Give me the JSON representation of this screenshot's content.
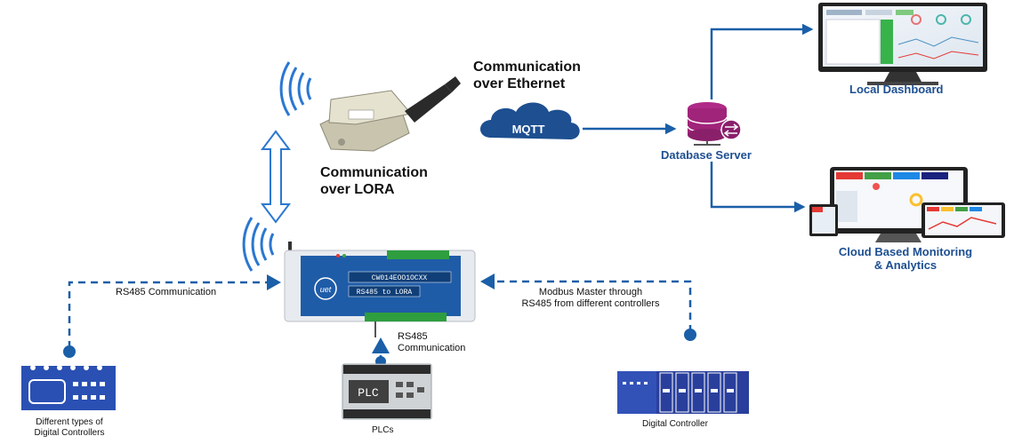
{
  "title_ethernet": [
    "Communication",
    "over Ethernet"
  ],
  "title_lora": [
    "Communication",
    "over LORA"
  ],
  "cloud_label": "MQTT",
  "database_label": "Database Server",
  "local_dashboard_label": "Local Dashboard",
  "cloud_monitoring_label": [
    "Cloud Based Monitoring",
    "& Analytics"
  ],
  "rs485_left_label": "RS485 Communication",
  "rs485_bottom_label": [
    "RS485",
    "Communication"
  ],
  "modbus_label": [
    "Modbus Master through",
    "RS485 from different controllers"
  ],
  "controllers_label": [
    "Different types of",
    "Digital Controllers"
  ],
  "plcs_label": "PLCs",
  "digital_controller_label": "Digital Controller",
  "plc_screen_text": "PLC",
  "gateway_text": [
    "CW014EOO1OCXX",
    "RS485 to LORA"
  ],
  "colors": {
    "arrow": "#1a5fa8",
    "cloud": "#1d4f91",
    "db": "#a0247a",
    "label": "#1d4f91"
  }
}
